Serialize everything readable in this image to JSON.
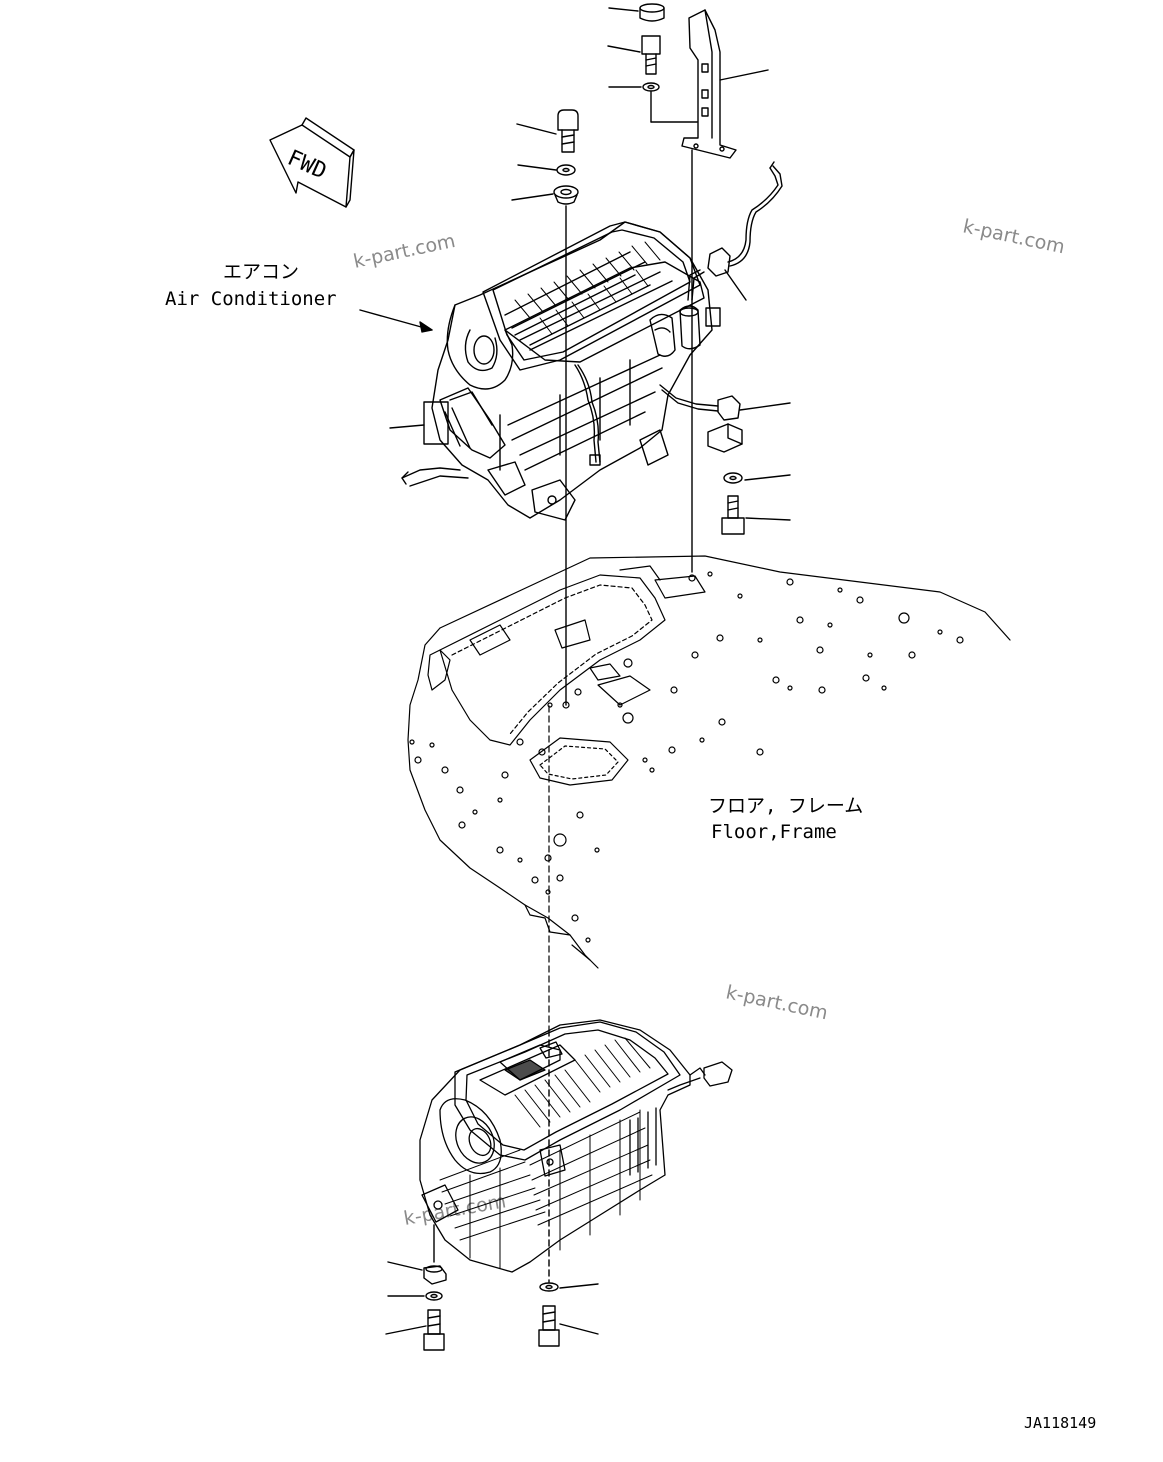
{
  "direction_badge": {
    "text": "FWD"
  },
  "air_conditioner": {
    "label_jp": "エアコン",
    "label_en": "Air Conditioner"
  },
  "floor_frame": {
    "label_jp": "フロア, フレーム",
    "label_en": "Floor,Frame"
  },
  "watermark": {
    "text": "k-part.com"
  },
  "drawing_code": {
    "text": "JA118149"
  },
  "colors": {
    "line": "#000000",
    "watermark": "#8a8a8a",
    "background": "#ffffff"
  }
}
